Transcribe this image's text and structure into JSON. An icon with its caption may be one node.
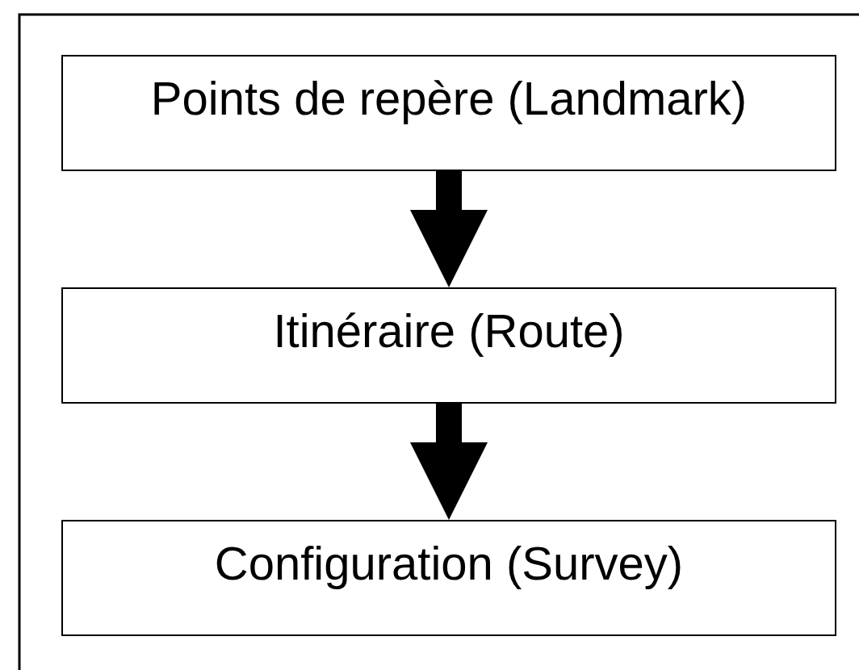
{
  "diagram": {
    "nodes": [
      {
        "text": [
          "Points de repère (Landmark)"
        ]
      },
      {
        "text": [
          "Itinéraire (Route)"
        ]
      },
      {
        "text": [
          "Configuration (Survey)"
        ]
      }
    ],
    "edges": [
      {
        "from": 0,
        "to": 1,
        "arrow": "to"
      },
      {
        "from": 1,
        "to": 2,
        "arrow": "to"
      }
    ]
  }
}
